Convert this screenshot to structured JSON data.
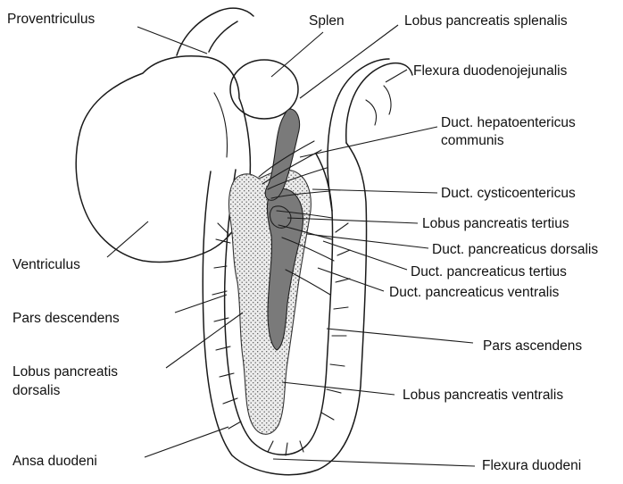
{
  "labels": {
    "proventriculus": "Proventriculus",
    "splen": "Splen",
    "lobus_pancreatis_splenalis": "Lobus pancreatis splenalis",
    "flexura_duodenojejunalis": "Flexura duodenojejunalis",
    "duct_hepatoentericus_1": "Duct. hepatoentericus",
    "duct_hepatoentericus_2": "communis",
    "duct_cysticoentericus": "Duct. cysticoentericus",
    "lobus_pancreatis_tertius": "Lobus pancreatis tertius",
    "duct_pancreaticus_dorsalis": "Duct. pancreaticus dorsalis",
    "duct_pancreaticus_tertius": "Duct. pancreaticus tertius",
    "ventriculus": "Ventriculus",
    "duct_pancreaticus_ventralis": "Duct. pancreaticus ventralis",
    "pars_descendens": "Pars descendens",
    "pars_ascendens": "Pars ascendens",
    "lobus_pancreatis_dorsalis_1": "Lobus pancreatis",
    "lobus_pancreatis_dorsalis_2": "dorsalis",
    "lobus_pancreatis_ventralis": "Lobus pancreatis ventralis",
    "ansa_duodeni": "Ansa duodeni",
    "flexura_duodeni": "Flexura duodeni"
  },
  "colors": {
    "ink": "#1a1a1a",
    "pancreas_fill": "#d9d9d9",
    "dorsal_lobe_fill": "#7a7a7a",
    "background": "#ffffff"
  }
}
